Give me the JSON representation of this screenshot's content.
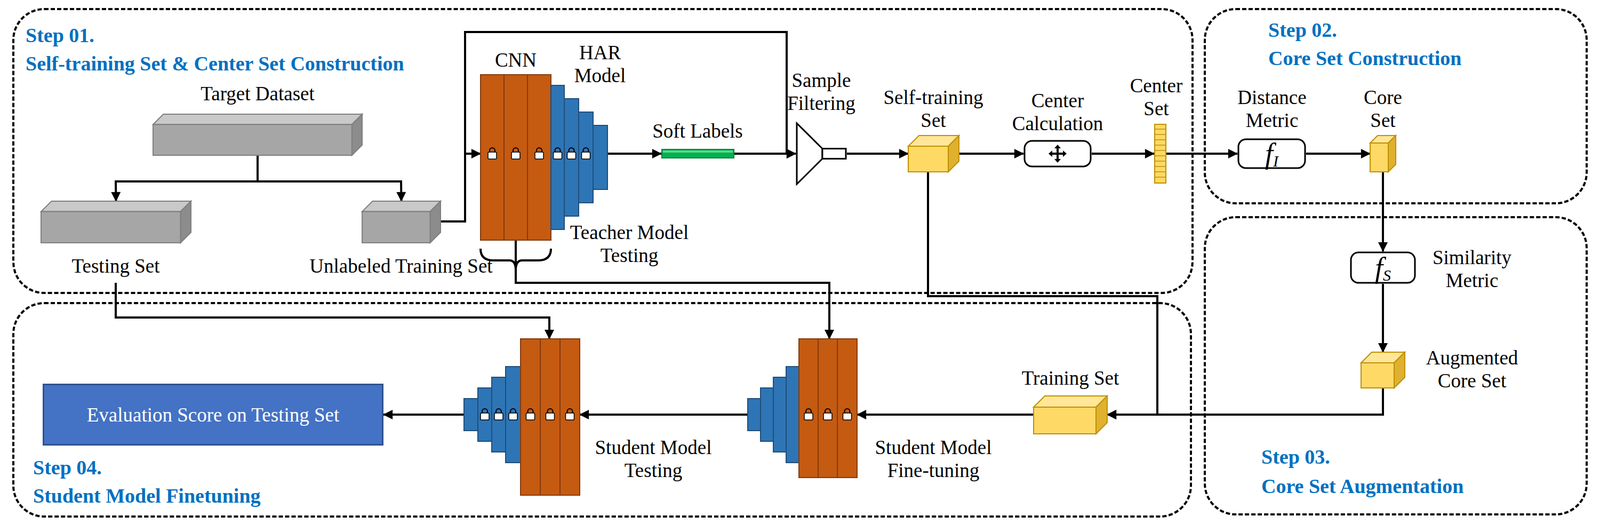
{
  "diagram": {
    "nodes": [
      {
        "text": [
          "Step 01.",
          "Self-training Set & Center Set Construction"
        ]
      },
      {
        "text": [
          "Target Dataset"
        ],
        "in": 0
      },
      {
        "text": [
          "Testing Set"
        ],
        "in": 0
      },
      {
        "text": [
          "Unlabeled Training Set"
        ],
        "in": 0
      },
      {
        "text": [
          "CNN",
          "HAR Model",
          "Teacher Model Testing"
        ],
        "in": 0
      },
      {
        "text": [
          "Soft Labels"
        ],
        "in": 0
      },
      {
        "text": [
          "Sample Filtering"
        ],
        "in": 0
      },
      {
        "text": [
          "Self-training Set"
        ],
        "in": 0
      },
      {
        "text": [
          "Center Calculation"
        ],
        "in": 0
      },
      {
        "text": [
          "Center Set"
        ],
        "in": 0
      },
      {
        "text": [
          "Step 02.",
          "Core Set Construction"
        ]
      },
      {
        "text": [
          "Distance Metric",
          "f",
          "I"
        ],
        "in": 10
      },
      {
        "text": [
          "Core Set"
        ],
        "in": 10
      },
      {
        "text": [
          "Step 03.",
          "Core Set Augmentation"
        ]
      },
      {
        "text": [
          "f",
          "S",
          "Similarity Metric"
        ],
        "in": 13
      },
      {
        "text": [
          "Augmented Core Set"
        ],
        "in": 13
      },
      {
        "text": [
          "Step 04.",
          "Student Model Finetuning"
        ]
      },
      {
        "text": [
          "Evaluation Score on Testing Set"
        ],
        "in": 16
      },
      {
        "text": [
          "Student Model Testing"
        ],
        "in": 16
      },
      {
        "text": [
          "Student Model Fine-tuning"
        ],
        "in": 16
      },
      {
        "text": [
          "Training Set"
        ],
        "in": 16
      }
    ],
    "edges": [
      {
        "from": 1,
        "to": 2,
        "arrow": "to"
      },
      {
        "from": 1,
        "to": 3,
        "arrow": "to"
      },
      {
        "from": 3,
        "to": 4,
        "arrow": "to"
      },
      {
        "from": 3,
        "to": 6,
        "arrow": "to"
      },
      {
        "from": 4,
        "to": 5,
        "arrow": "to"
      },
      {
        "from": 5,
        "to": 6,
        "arrow": "to"
      },
      {
        "from": 6,
        "to": 7,
        "arrow": "to"
      },
      {
        "from": 7,
        "to": 8,
        "arrow": "to"
      },
      {
        "from": 8,
        "to": 9,
        "arrow": "to"
      },
      {
        "from": 9,
        "to": 11,
        "arrow": "to"
      },
      {
        "from": 11,
        "to": 12,
        "arrow": "to"
      },
      {
        "from": 12,
        "to": 14,
        "arrow": "to"
      },
      {
        "from": 14,
        "to": 15,
        "arrow": "to"
      },
      {
        "from": 15,
        "to": 20,
        "arrow": "to"
      },
      {
        "from": 7,
        "to": 20,
        "arrow": "to"
      },
      {
        "from": 4,
        "to": 19,
        "arrow": "to"
      },
      {
        "from": 2,
        "to": 18,
        "arrow": "to"
      },
      {
        "from": 20,
        "to": 19,
        "arrow": "to"
      },
      {
        "from": 19,
        "to": 18,
        "arrow": "to"
      },
      {
        "from": 18,
        "to": 17,
        "arrow": "to"
      }
    ]
  }
}
